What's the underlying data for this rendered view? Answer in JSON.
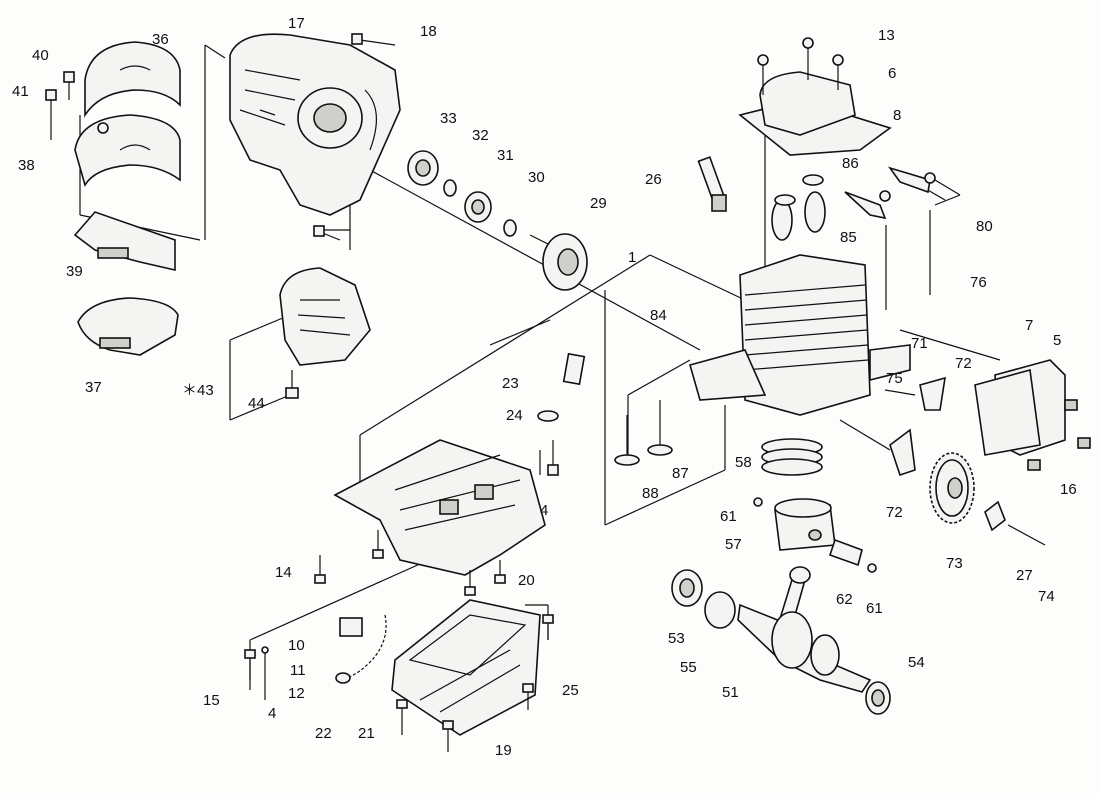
{
  "labels": [
    "1",
    "4",
    "4",
    "5",
    "6",
    "7",
    "8",
    "10",
    "11",
    "12",
    "13",
    "14",
    "15",
    "16",
    "17",
    "18",
    "19",
    "20",
    "21",
    "22",
    "23",
    "24",
    "25",
    "26",
    "27",
    "29",
    "30",
    "31",
    "32",
    "33",
    "36",
    "37",
    "38",
    "39",
    "40",
    "41",
    "＊43",
    "44",
    "51",
    "53",
    "54",
    "55",
    "57",
    "58",
    "61",
    "61",
    "62",
    "71",
    "72",
    "72",
    "73",
    "74",
    "75",
    "76",
    "80",
    "84",
    "85",
    "86",
    "87",
    "88"
  ],
  "icons": {
    "head_cover": "engine-head-cover",
    "cylinder": "engine-cylinder",
    "crankcase": "crankcase",
    "oil_pan": "oil-pan",
    "crankshaft": "crankshaft",
    "piston": "piston",
    "recoil_housing": "recoil-starter-housing",
    "flywheel": "flywheel",
    "cam_gear": "camshaft-gear",
    "spark_plug": "spark-plug"
  }
}
